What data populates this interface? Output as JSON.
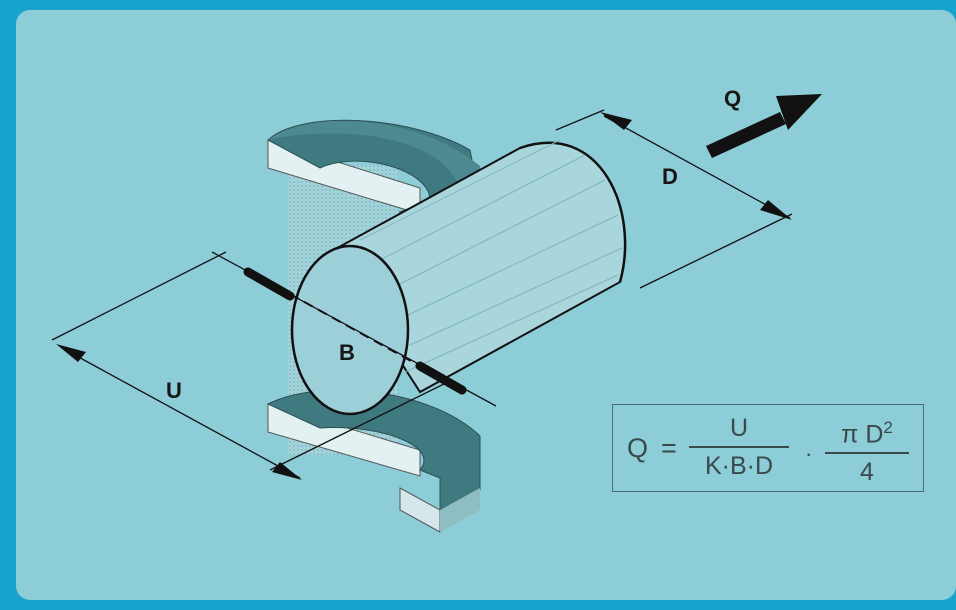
{
  "labels": {
    "flow": "Q",
    "diameter": "D",
    "field": "B",
    "voltage": "U"
  },
  "formula": {
    "lhs": "Q",
    "equals": "=",
    "frac1_num": "U",
    "frac1_den": "K·B·D",
    "dot": "·",
    "frac2_num": "π D",
    "frac2_num_exp": "2",
    "frac2_den": "4"
  },
  "colors": {
    "outer_frame": "#17a3cc",
    "panel": "#8ccdd8",
    "magnet_dark": "#3f7a80",
    "magnet_light": "#c4dfe3",
    "pipe_face": "#9ccfd8",
    "ink": "#161616"
  }
}
